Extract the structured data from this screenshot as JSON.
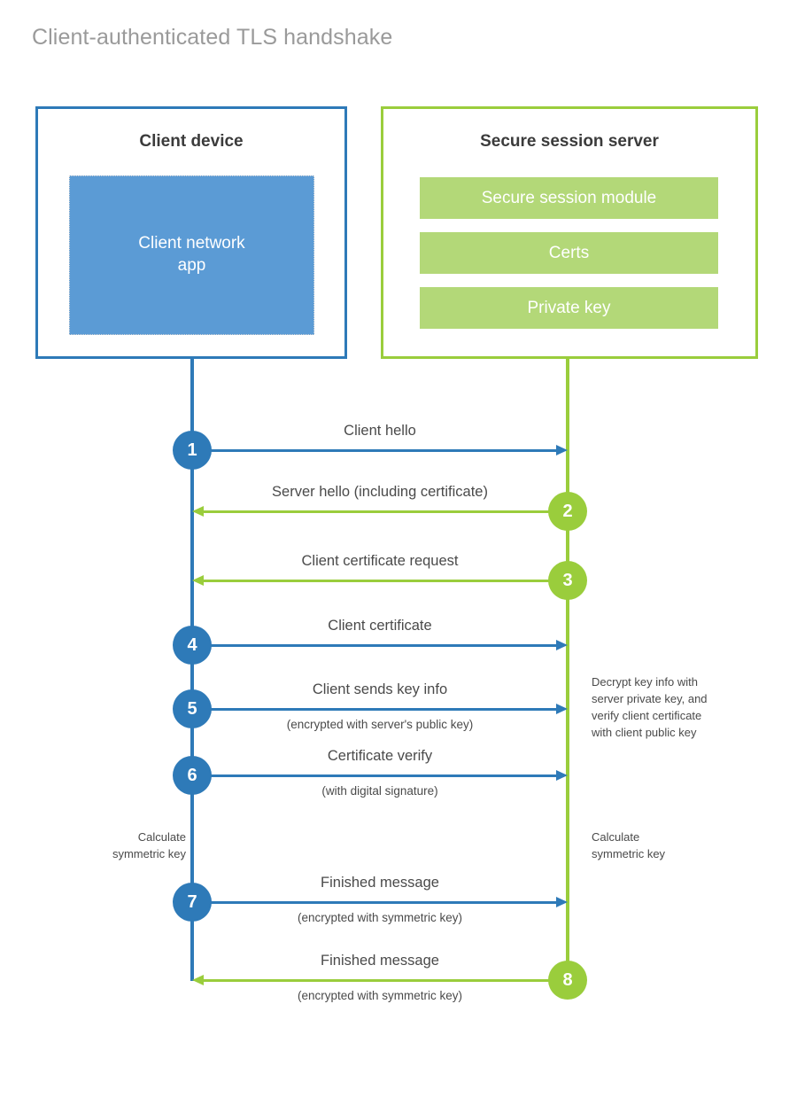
{
  "title": "Client-authenticated TLS handshake",
  "colors": {
    "client_blue": "#2e7ab8",
    "client_app_fill": "#5b9bd5",
    "server_green": "#9acd3c",
    "server_bar_fill": "#b3d878",
    "title_gray": "#9a9a9a",
    "text_gray": "#4a4a4a"
  },
  "client": {
    "title": "Client device",
    "app_label": "Client network\napp"
  },
  "server": {
    "title": "Secure session server",
    "modules": [
      {
        "label": "Secure session module"
      },
      {
        "label": "Certs"
      },
      {
        "label": "Private key"
      }
    ]
  },
  "messages": [
    {
      "number": "1",
      "label": "Client hello",
      "sub": "",
      "direction": "client-to-server",
      "color": "blue"
    },
    {
      "number": "2",
      "label": "Server hello (including certificate)",
      "sub": "",
      "direction": "server-to-client",
      "color": "green"
    },
    {
      "number": "3",
      "label": "Client certificate request",
      "sub": "",
      "direction": "server-to-client",
      "color": "green"
    },
    {
      "number": "4",
      "label": "Client certificate",
      "sub": "",
      "direction": "client-to-server",
      "color": "blue"
    },
    {
      "number": "5",
      "label": "Client sends key info",
      "sub": "(encrypted with server's public key)",
      "direction": "client-to-server",
      "color": "blue"
    },
    {
      "number": "6",
      "label": "Certificate verify",
      "sub": "(with digital signature)",
      "direction": "client-to-server",
      "color": "blue"
    },
    {
      "number": "7",
      "label": "Finished message",
      "sub": "(encrypted with symmetric key)",
      "direction": "client-to-server",
      "color": "blue"
    },
    {
      "number": "8",
      "label": "Finished message",
      "sub": "(encrypted with symmetric key)",
      "direction": "server-to-client",
      "color": "green"
    }
  ],
  "notes": {
    "server_decrypt": "Decrypt key info with\nserver private key, and\nverify client certificate\nwith client public key",
    "client_calculate": "Calculate\nsymmetric key",
    "server_calculate": "Calculate\nsymmetric key"
  }
}
